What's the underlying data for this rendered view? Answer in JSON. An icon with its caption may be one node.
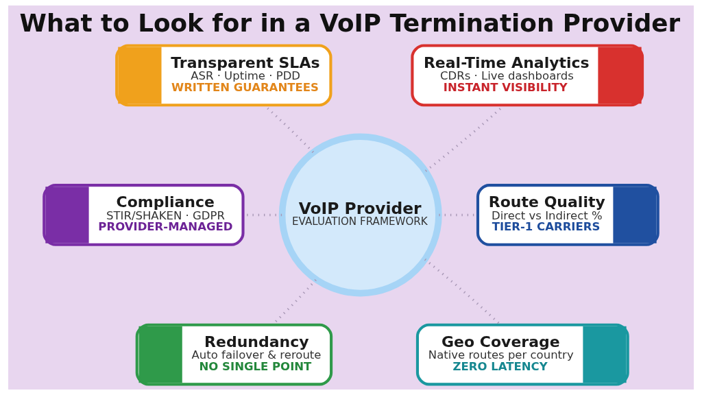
{
  "diagram": {
    "title": "What to Look for in a VoIP Termination Provider",
    "nodes": [
      {
        "text": [
          "Transparent SLAs",
          "ASR · Uptime · PDD",
          "WRITTEN GUARANTEES"
        ]
      },
      {
        "text": [
          "Real-Time Analytics",
          "CDRs · Live dashboards",
          "INSTANT VISIBILITY"
        ]
      },
      {
        "text": [
          "Compliance",
          "STIR/SHAKEN · GDPR",
          "PROVIDER-MANAGED"
        ]
      },
      {
        "text": [
          "VoIP Provider",
          "EVALUATION FRAMEWORK"
        ]
      },
      {
        "text": [
          "Route Quality",
          "Direct vs Indirect %",
          "TIER-1 CARRIERS"
        ]
      },
      {
        "text": [
          "Redundancy",
          "Auto failover & reroute",
          "NO SINGLE POINT"
        ]
      },
      {
        "text": [
          "Geo Coverage",
          "Native routes per country",
          "ZERO LATENCY"
        ]
      }
    ],
    "edges": [
      {
        "from": 3,
        "to": 0,
        "arrow": "none",
        "style": "dashed"
      },
      {
        "from": 3,
        "to": 1,
        "arrow": "none",
        "style": "dashed"
      },
      {
        "from": 3,
        "to": 2,
        "arrow": "none",
        "style": "dashed"
      },
      {
        "from": 3,
        "to": 4,
        "arrow": "none",
        "style": "dashed"
      },
      {
        "from": 3,
        "to": 5,
        "arrow": "none",
        "style": "dashed"
      },
      {
        "from": 3,
        "to": 6,
        "arrow": "none",
        "style": "dashed"
      }
    ]
  }
}
